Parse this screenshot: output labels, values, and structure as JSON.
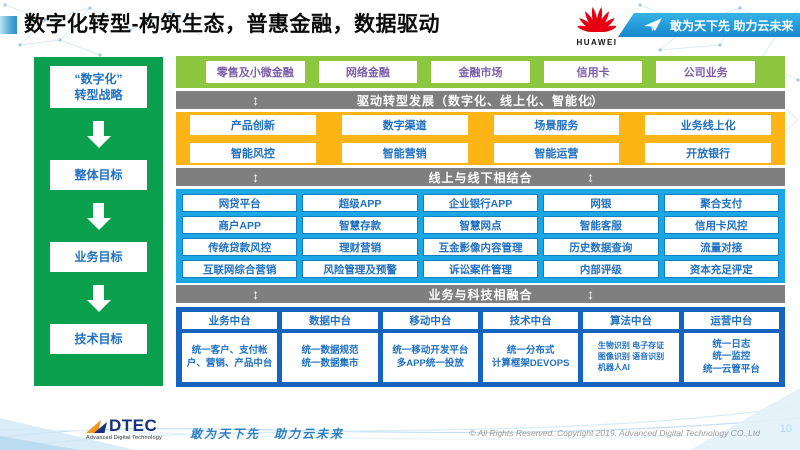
{
  "header": {
    "title": "数字化转型-构筑生态，普惠金融，数据驱动",
    "brand": "HUAWEI",
    "slogan": "敢为天下先 助力云未来"
  },
  "strategy_flow": {
    "items": [
      "“数字化”\n转型战略",
      "整体目标",
      "业务目标",
      "技术目标"
    ]
  },
  "business_lines": [
    "零售及小微金融",
    "网络金融",
    "金融市场",
    "信用卡",
    "公司业务"
  ],
  "bars": {
    "drive": "驱动转型发展（数字化、线上化、智能化）",
    "online_offline": "线上与线下相结合",
    "tech_merge": "业务与科技相融合"
  },
  "capabilities": {
    "rows": [
      [
        "产品创新",
        "数字渠道",
        "场景服务",
        "业务线上化"
      ],
      [
        "智能风控",
        "智能营销",
        "智能运营",
        "开放银行"
      ]
    ]
  },
  "systems": {
    "rows": [
      [
        "网贷平台",
        "超级APP",
        "企业银行APP",
        "网银",
        "聚合支付"
      ],
      [
        "商户APP",
        "智慧存款",
        "智慧网点",
        "智能客服",
        "信用卡风控"
      ],
      [
        "传统贷款风控",
        "理财营销",
        "互金影像内容管理",
        "历史数据查询",
        "流量对接"
      ],
      [
        "互联网综合营销",
        "风险管理及预警",
        "诉讼案件管理",
        "内部评级",
        "资本充足评定"
      ]
    ]
  },
  "platforms": {
    "columns": [
      {
        "title": "业务中台",
        "detail": "统一客户、支付帐户、营销、产品中台"
      },
      {
        "title": "数据中台",
        "detail": "统一数据规范\n统一数据集市"
      },
      {
        "title": "移动中台",
        "detail": "统一移动开发平台\n多APP统一投放"
      },
      {
        "title": "技术中台",
        "detail": "统一分布式\n计算框架DEVOPS"
      },
      {
        "title": "算法中台",
        "detail": "生物识别 电子存证\n图像识别 语音识别\n机器人AI"
      },
      {
        "title": "运营中台",
        "detail": "统一日志\n统一监控\n统一云管平台"
      }
    ]
  },
  "footer": {
    "logo_text": "DTEC",
    "logo_sub": "Advanced Digital Technology",
    "slogan": "敢为天下先　助力云未来",
    "copyright": "© All Rights Reserved. Copyright 2019. Advanced Digital Technology CO.,Ltd",
    "page_number": "10"
  },
  "colors": {
    "sidebar_green": "#0ba04d",
    "band_green": "#8dc63f",
    "band_yellow": "#fcb514",
    "band_cyan": "#1aa7e4",
    "band_navy": "#1565c0",
    "gray_bar": "#7f7f7f",
    "text_blue": "#1f70c1",
    "text_purple": "#7b5ea7",
    "huawei_red": "#e60012"
  }
}
